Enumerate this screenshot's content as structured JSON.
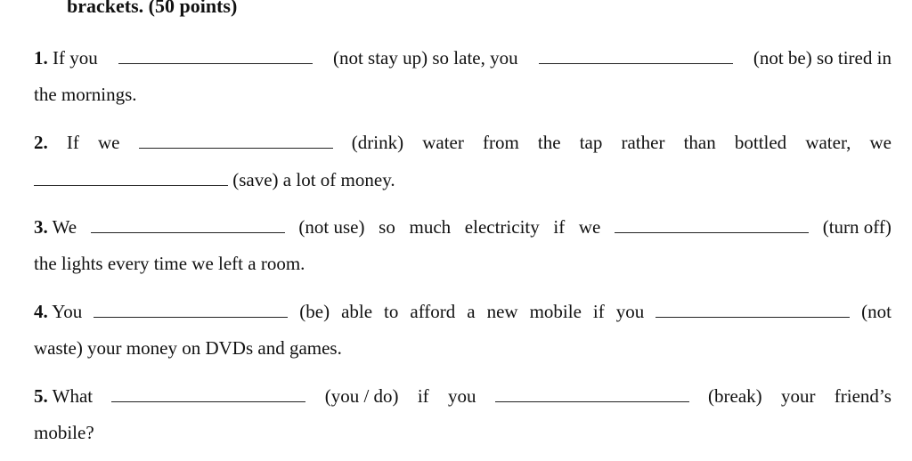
{
  "heading": "brackets. (50 points)",
  "questions": [
    {
      "number": "1.",
      "parts": [
        "If you",
        "(not stay up) so late, you",
        "(not be) so tired in"
      ],
      "continuation": "the mornings."
    },
    {
      "number": "2.",
      "parts": [
        "If",
        "we",
        "(drink)",
        "water",
        "from",
        "the",
        "tap",
        "rather",
        "than",
        "bottled",
        "water,",
        "we"
      ],
      "continuation": "(save) a lot of money."
    },
    {
      "number": "3.",
      "parts": [
        "We",
        "(not use)",
        "so",
        "much",
        "electricity",
        "if",
        "we",
        "(turn off)"
      ],
      "continuation": "the lights every time we left a room."
    },
    {
      "number": "4.",
      "parts": [
        "You",
        "(be)",
        "able",
        "to",
        "afford",
        "a",
        "new",
        "mobile",
        "if",
        "you",
        "(not"
      ],
      "continuation": "waste) your money on DVDs and games."
    },
    {
      "number": "5.",
      "parts": [
        "What",
        "(you / do)",
        "if",
        "you",
        "(break)",
        "your",
        "friend’s"
      ],
      "continuation": "mobile?"
    }
  ]
}
